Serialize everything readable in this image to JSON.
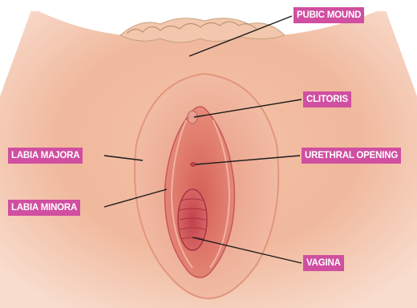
{
  "labels": {
    "pubic_mound": "PUBIC MOUND",
    "clitoris": "CLITORIS",
    "labia_majora": "LABIA MAJORA",
    "urethral_opening": "URETHRAL OPENING",
    "labia_minora": "LABIA MINORA",
    "vagina": "VAGINA"
  },
  "colors": {
    "label_background": "#d04fa0",
    "label_text": "#ffffff",
    "leader_line": "#1a1a1a"
  }
}
